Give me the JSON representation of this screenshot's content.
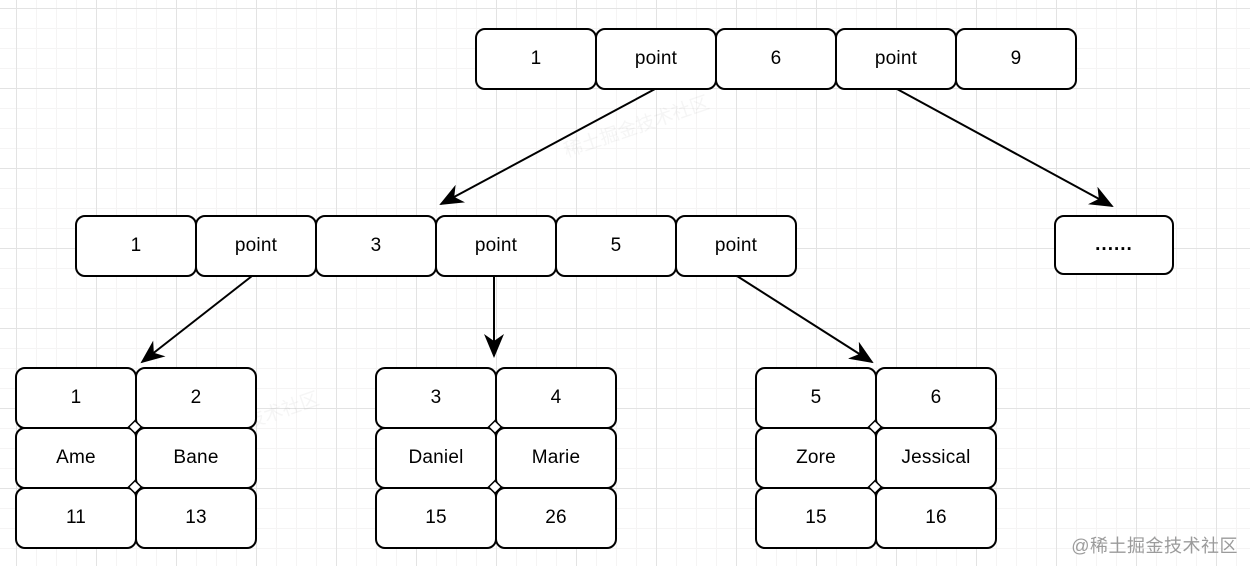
{
  "page": {
    "credit": "@稀土掘金技术社区",
    "watermark": "稀土掘金技术社区"
  },
  "diagram": {
    "type": "b-plus-tree",
    "root": {
      "cells": [
        "1",
        "point",
        "6",
        "point",
        "9"
      ]
    },
    "internal": {
      "cells": [
        "1",
        "point",
        "3",
        "point",
        "5",
        "point"
      ]
    },
    "more": {
      "label": "......"
    },
    "leaves": [
      {
        "rows": [
          [
            "1",
            "2"
          ],
          [
            "Ame",
            "Bane"
          ],
          [
            "11",
            "13"
          ]
        ]
      },
      {
        "rows": [
          [
            "3",
            "4"
          ],
          [
            "Daniel",
            "Marie"
          ],
          [
            "15",
            "26"
          ]
        ]
      },
      {
        "rows": [
          [
            "5",
            "6"
          ],
          [
            "Zore",
            "Jessical"
          ],
          [
            "15",
            "16"
          ]
        ]
      }
    ],
    "colors": {
      "node_stroke": "#000000",
      "node_fill": "#ffffff",
      "grid_major": "#e3e3e3",
      "grid_minor": "#f5f4f4",
      "credit_text": "#9b9b9b"
    }
  }
}
